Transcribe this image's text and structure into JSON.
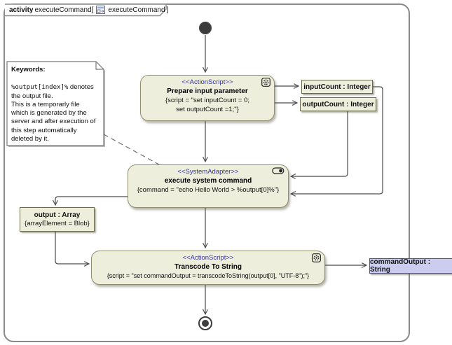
{
  "frame": {
    "tab_keyword": "activity",
    "tab_name": "executeCommand[",
    "tab_inner_name": "executeCommand",
    "tab_close_bracket": "]"
  },
  "note": {
    "title": "Keywords:",
    "body_code": "%output[index]%",
    "body_code_rest": " denotes",
    "lines": [
      "the output file.",
      "This is a temporarly file",
      "which is generated by the",
      "server and after execution of",
      "this step automatically",
      "deleted by it."
    ]
  },
  "nodes": {
    "prepare": {
      "stereotype": "<<ActionScript>>",
      "name": "Prepare input parameter",
      "constraint_line1": "{script = \"set inputCount = 0;",
      "constraint_line2": "set outputCount =1;\"}",
      "icon": "gear-icon"
    },
    "execute": {
      "stereotype": "<<SystemAdapter>>",
      "name": "execute system command",
      "constraint": "{command = \"echo Hello World > %output[0]%\"}",
      "icon": "adapter-capsule-icon"
    },
    "transcode": {
      "stereotype": "<<ActionScript>>",
      "name": "Transcode To String",
      "constraint": "{script = \"set commandOutput = transcodeToString(output[0], \"UTF-8\");\"}",
      "icon": "gear-icon"
    },
    "input_count": {
      "label": "inputCount : Integer"
    },
    "output_count": {
      "label": "outputCount : Integer"
    },
    "output_array": {
      "name": "output : Array",
      "constraint": "{arrayElement = Blob}"
    },
    "command_output": {
      "label": "commandOutput : String"
    }
  },
  "icons": {
    "gear": "circle-gear glyph in rounded square",
    "adapter": "capsule with dot",
    "tab_diagram": "small activity-diagram glyph"
  },
  "colors": {
    "node_fill": "#eeeedd",
    "node_border": "#8f8f6e",
    "param_fill": "#ccccee",
    "stereotype_text": "#3333aa",
    "frame_border": "#8a8a8a",
    "edge": "#4a4a4a",
    "initial_final": "#3d3d3d",
    "background": "#ffffff"
  }
}
